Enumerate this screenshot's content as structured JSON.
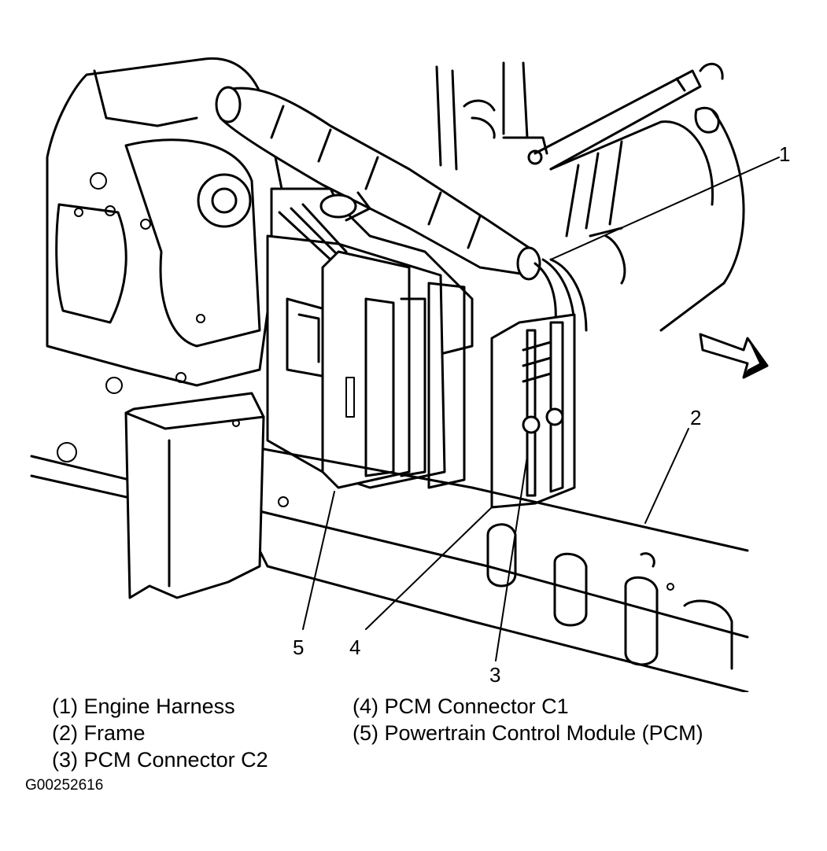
{
  "callouts": {
    "c1": "1",
    "c2": "2",
    "c3": "3",
    "c4": "4",
    "c5": "5"
  },
  "legend": {
    "left": [
      "(1) Engine Harness",
      "(2) Frame",
      "(3) PCM Connector C2"
    ],
    "right": [
      "(4) PCM Connector C1",
      "(5) Powertrain Control Module (PCM)"
    ]
  },
  "figure_id": "G00252616",
  "colors": {
    "ink": "#000000",
    "paper": "#ffffff"
  }
}
